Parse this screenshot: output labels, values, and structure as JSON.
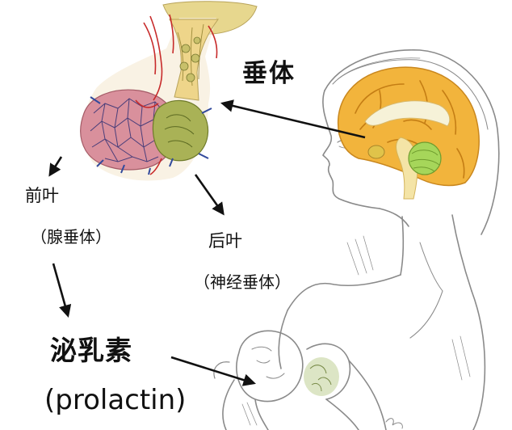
{
  "labels": {
    "pituitary": "垂体",
    "anterior_lobe": "前叶",
    "anterior_lobe_alt": "（腺垂体）",
    "posterior_lobe": "后叶",
    "posterior_lobe_alt": "（神经垂体）",
    "hormone": "泌乳素",
    "hormone_en": "(prolactin)"
  },
  "colors": {
    "anterior_lobe": "#d9909c",
    "posterior_lobe": "#a9b256",
    "brain": "#f2b43c",
    "cerebellum": "#a6d65a",
    "vessels_red": "#c72a2a",
    "vessels_blue": "#324a9c",
    "line_art": "#8a8a8a",
    "arrows": "#111111"
  },
  "icons": {
    "pituitary_inset": "pituitary-gland-illustration",
    "figure": "breastfeeding-mother-sketch"
  }
}
